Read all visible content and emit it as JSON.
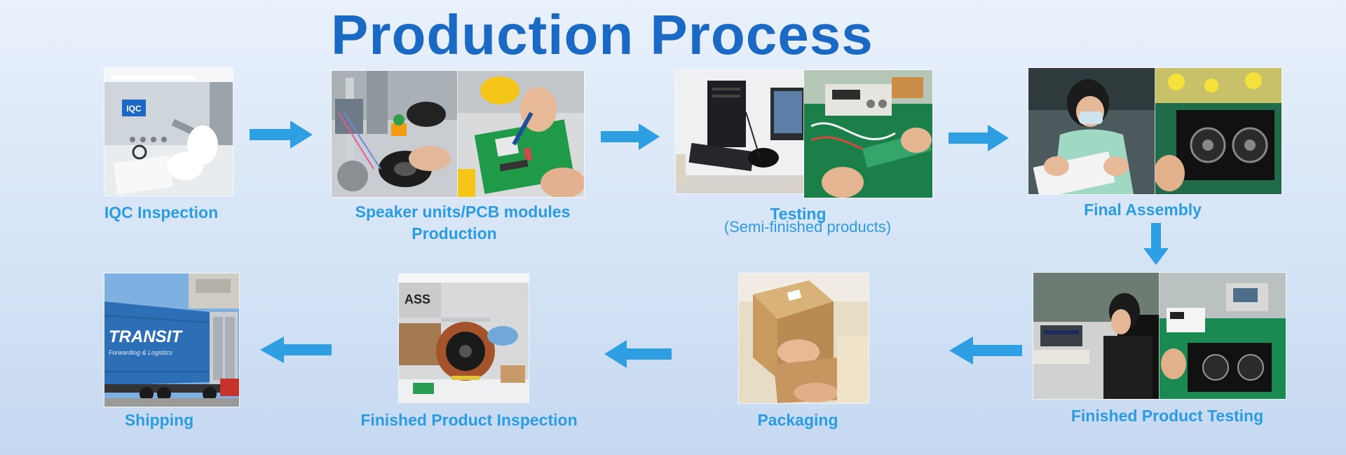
{
  "title": "Production Process",
  "colors": {
    "title": "#1a69c4",
    "label": "#2b9ce2",
    "arrow": "#2e9fe3"
  },
  "steps": [
    {
      "label": "IQC Inspection",
      "photo_badge": "IQC"
    },
    {
      "label_line1": "Speaker units/PCB modules",
      "label_line2": "Production"
    },
    {
      "label": "Testing",
      "sublabel": "(Semi-finished products)"
    },
    {
      "label": "Final Assembly"
    },
    {
      "label": "Finished Product Testing"
    },
    {
      "label": "Packaging"
    },
    {
      "label": "Finished Product Inspection",
      "photo_sign": "ASS"
    },
    {
      "label": "Shipping",
      "photo_container_text": "TRANSIT",
      "photo_container_sub": "Forwarding & Logistics"
    }
  ]
}
